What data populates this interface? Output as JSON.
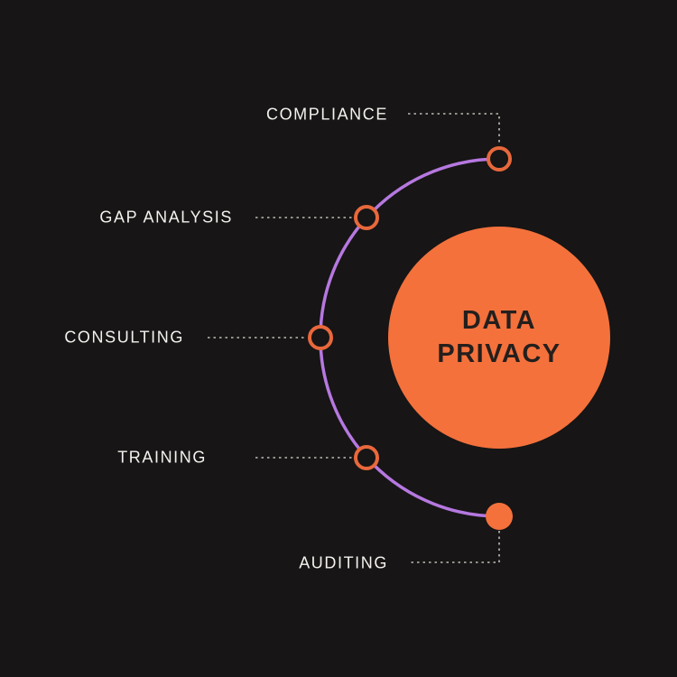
{
  "hub": {
    "title_line1": "DATA",
    "title_line2": "PRIVACY"
  },
  "nodes": [
    {
      "label": "COMPLIANCE",
      "marker": "ring-node",
      "position": "top"
    },
    {
      "label": "GAP ANALYSIS",
      "marker": "ring-node",
      "position": "upper-left"
    },
    {
      "label": "CONSULTING",
      "marker": "ring-node",
      "position": "left"
    },
    {
      "label": "TRAINING",
      "marker": "ring-node",
      "position": "lower-left"
    },
    {
      "label": "AUDITING",
      "marker": "filled-node",
      "position": "bottom"
    }
  ],
  "colors": {
    "background": "#171515",
    "orange": "#F4713C",
    "ring_orange": "#E8683C",
    "purple": "#B678E0",
    "label_text": "#F4F1EE",
    "title_text": "#241F1D",
    "connector": "#BFBBB8"
  }
}
